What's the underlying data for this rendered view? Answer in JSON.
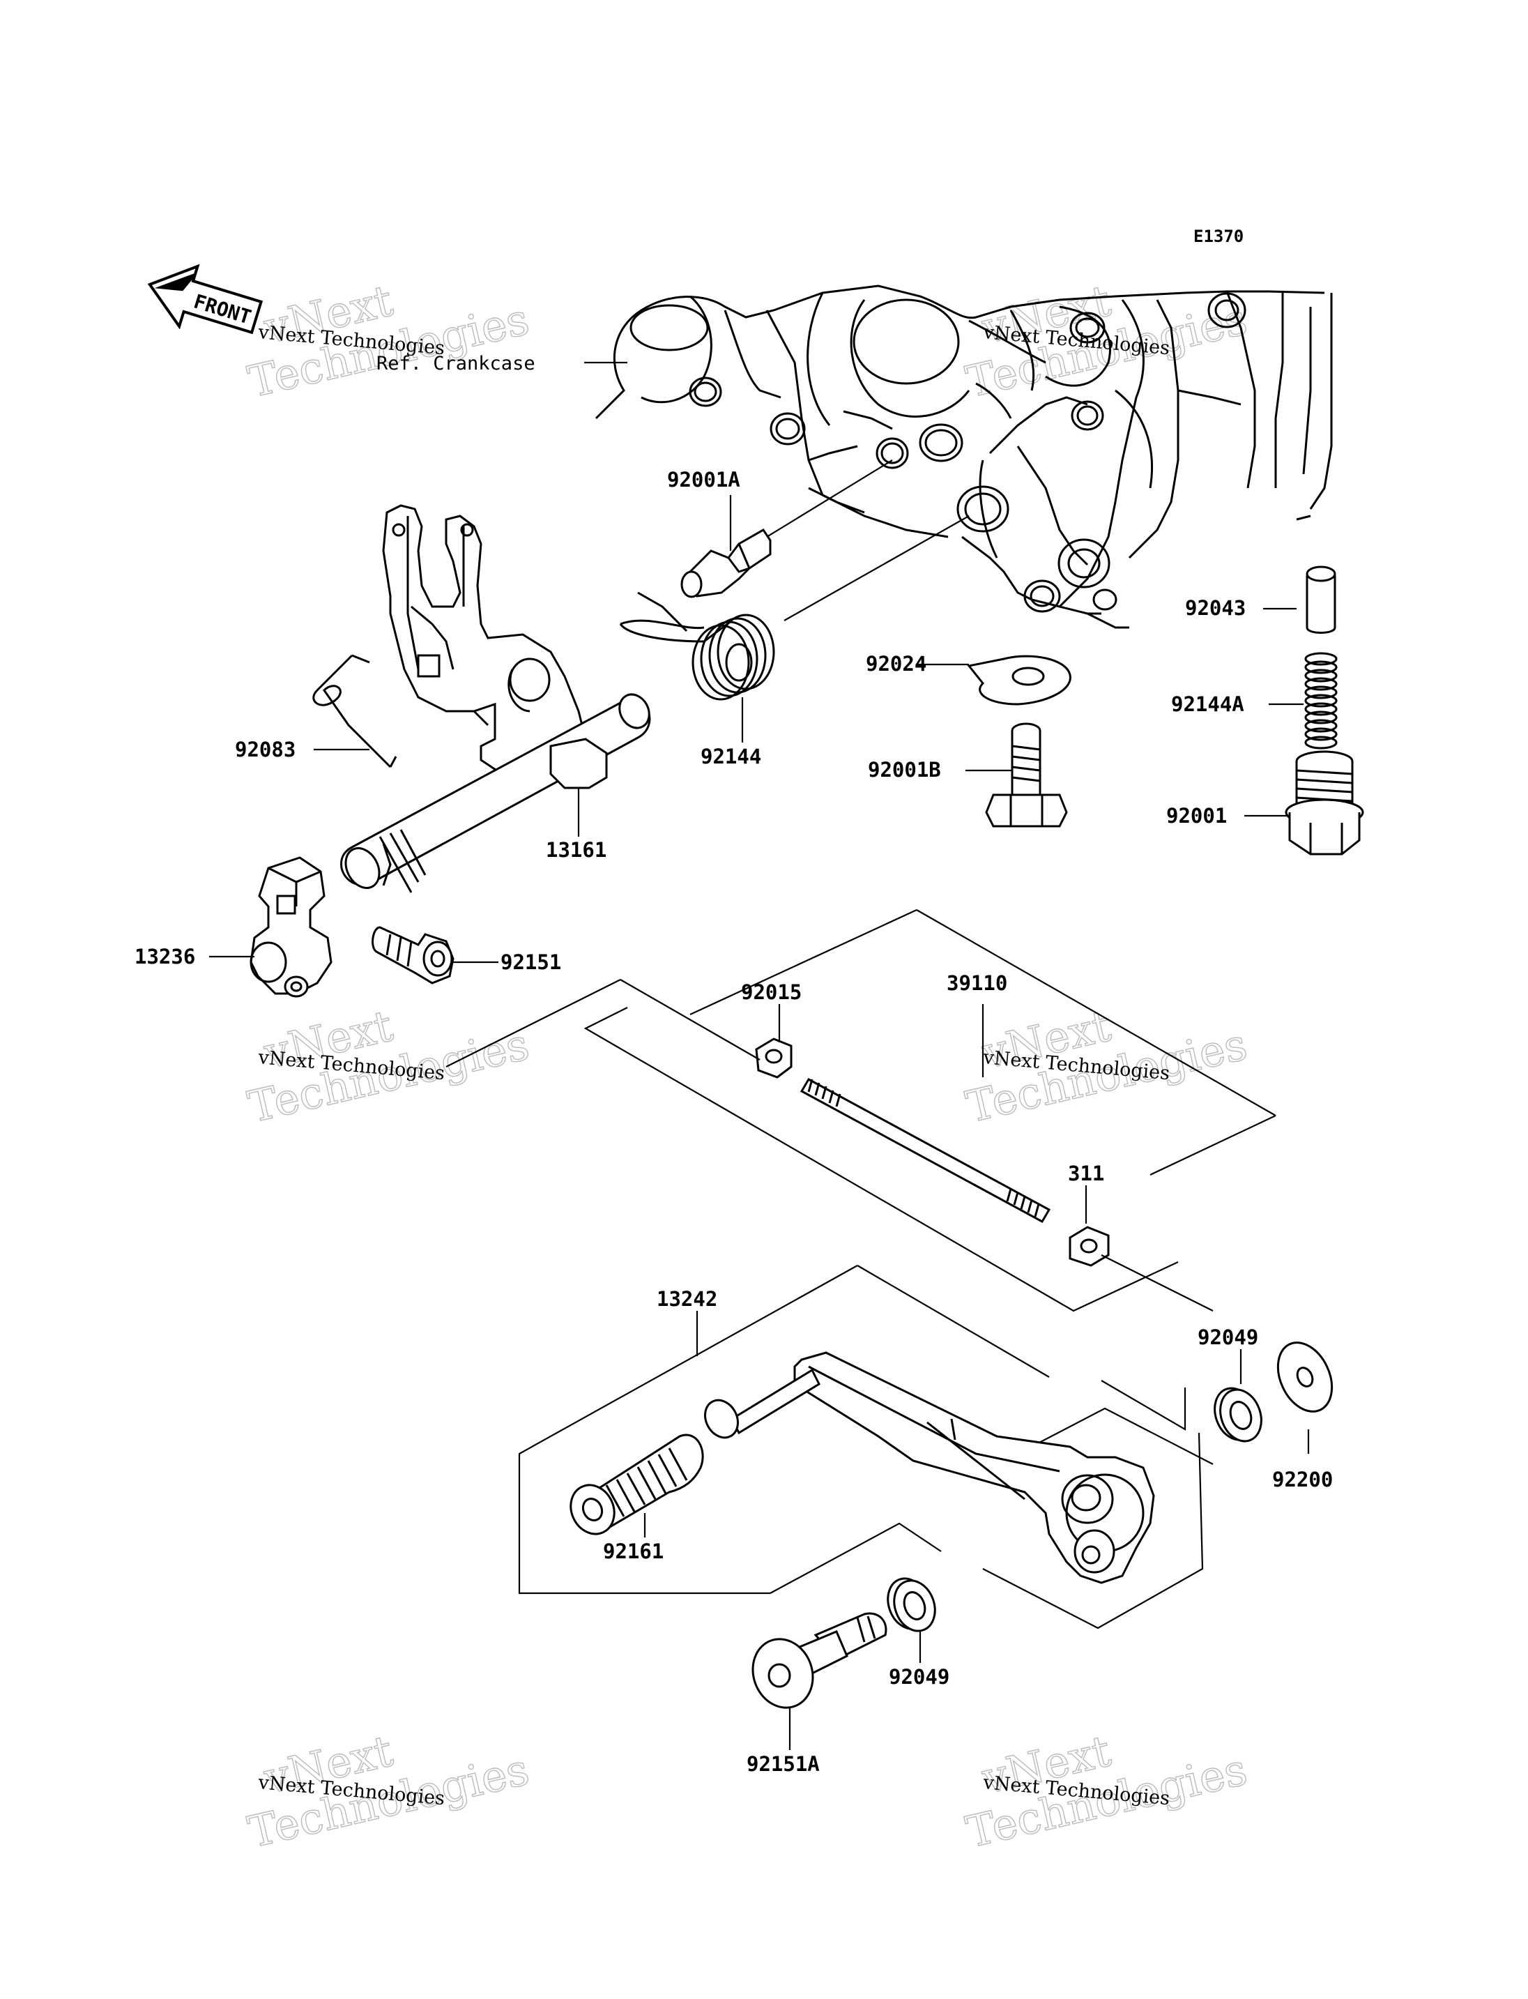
{
  "diagram_code": "E1370",
  "front_label": "FRONT",
  "reference_label": "Ref. Crankcase",
  "watermark": {
    "line1": "vNext Technologies",
    "big1": "vNext",
    "big2": "Technologies"
  },
  "parts": [
    {
      "id": "p_92001A",
      "label": "92001A"
    },
    {
      "id": "p_92043",
      "label": "92043"
    },
    {
      "id": "p_92024",
      "label": "92024"
    },
    {
      "id": "p_92144A",
      "label": "92144A"
    },
    {
      "id": "p_92083",
      "label": "92083"
    },
    {
      "id": "p_92144",
      "label": "92144"
    },
    {
      "id": "p_92001B",
      "label": "92001B"
    },
    {
      "id": "p_92001",
      "label": "92001"
    },
    {
      "id": "p_13161",
      "label": "13161"
    },
    {
      "id": "p_13236",
      "label": "13236"
    },
    {
      "id": "p_92151",
      "label": "92151"
    },
    {
      "id": "p_92015",
      "label": "92015"
    },
    {
      "id": "p_39110",
      "label": "39110"
    },
    {
      "id": "p_311",
      "label": "311"
    },
    {
      "id": "p_13242",
      "label": "13242"
    },
    {
      "id": "p_92049_top",
      "label": "92049"
    },
    {
      "id": "p_92200",
      "label": "92200"
    },
    {
      "id": "p_92161",
      "label": "92161"
    },
    {
      "id": "p_92049_bottom",
      "label": "92049"
    },
    {
      "id": "p_92151A",
      "label": "92151A"
    }
  ]
}
